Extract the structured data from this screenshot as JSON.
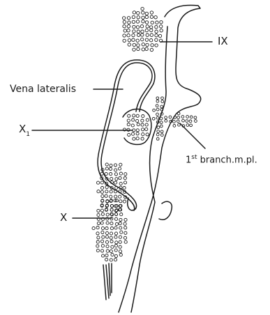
{
  "labels": {
    "ix": "IX",
    "vena_lateralis": "Vena lateralis",
    "x1_main": "X",
    "x1_sub": "1",
    "branch_prefix": "1",
    "branch_sup": "st",
    "branch_rest": " branch.m.pl.",
    "x": "X"
  },
  "colors": {
    "ink": "#1a1a1a",
    "paper": "#ffffff"
  }
}
